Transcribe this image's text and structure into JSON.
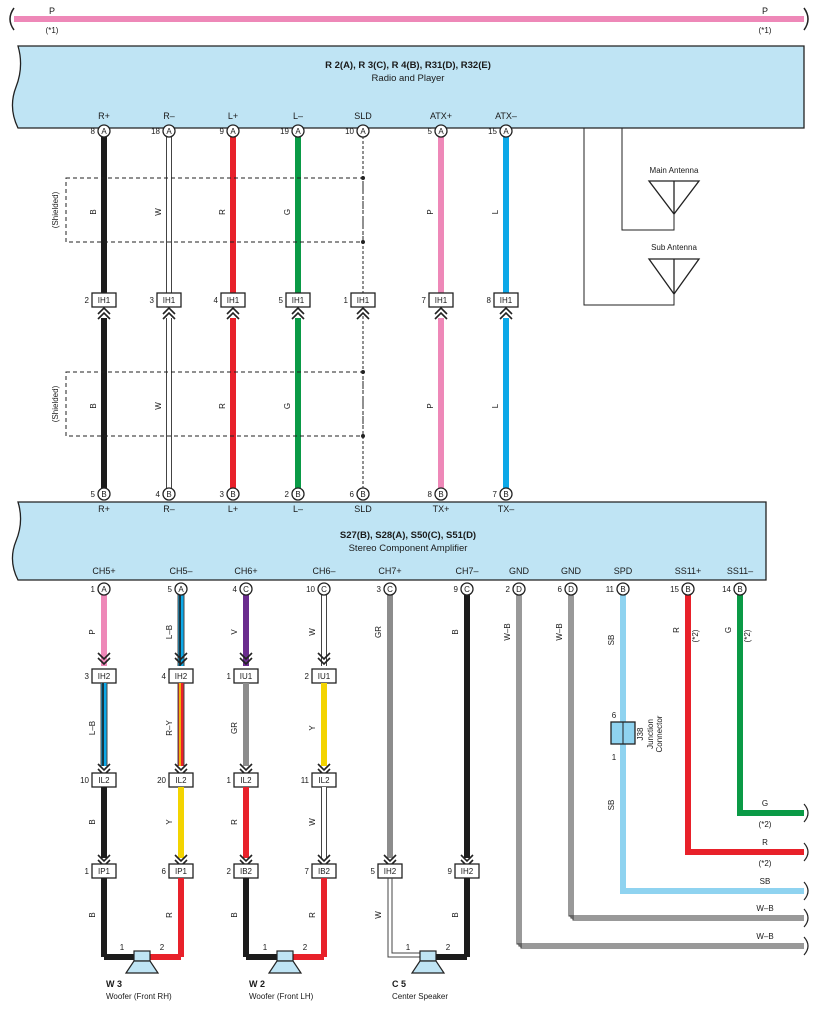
{
  "colors": {
    "B": "#1c1c1c",
    "W": "#ffffff",
    "R": "#e8212a",
    "G": "#0a9a46",
    "P": "#ee88b8",
    "L": "#0ca8e8",
    "V": "#6a2c8e",
    "GR": "#8c8c8c",
    "Y": "#f3d400",
    "SB": "#8fd3f0",
    "box": "#bfe4f4"
  },
  "top_line": {
    "left_label": "P",
    "left_note": "(*1)",
    "right_label": "P",
    "right_note": "(*1)"
  },
  "radio": {
    "codes": "R 2(A), R 3(C), R 4(B), R31(D), R32(E)",
    "name": "Radio and Player",
    "pins": [
      {
        "label": "R+",
        "num": "8",
        "conn": "A",
        "wire": "B"
      },
      {
        "label": "R–",
        "num": "18",
        "conn": "A",
        "wire": "W"
      },
      {
        "label": "L+",
        "num": "9",
        "conn": "A",
        "wire": "R"
      },
      {
        "label": "L–",
        "num": "19",
        "conn": "A",
        "wire": "G"
      },
      {
        "label": "SLD",
        "num": "10",
        "conn": "A",
        "wire": ""
      },
      {
        "label": "ATX+",
        "num": "5",
        "conn": "A",
        "wire": "P"
      },
      {
        "label": "ATX–",
        "num": "15",
        "conn": "A",
        "wire": "L"
      }
    ]
  },
  "shielded": "(Shielded)",
  "ih1": [
    {
      "num": "2",
      "label": "IH1"
    },
    {
      "num": "3",
      "label": "IH1"
    },
    {
      "num": "4",
      "label": "IH1"
    },
    {
      "num": "5",
      "label": "IH1"
    },
    {
      "num": "1",
      "label": "IH1"
    },
    {
      "num": "7",
      "label": "IH1"
    },
    {
      "num": "8",
      "label": "IH1"
    }
  ],
  "antenna": {
    "main": "Main Antenna",
    "sub": "Sub Antenna"
  },
  "amp": {
    "codes": "S27(B), S28(A), S50(C), S51(D)",
    "name": "Stereo Component Amplifier",
    "top_pins": [
      {
        "label": "R+",
        "num": "5",
        "conn": "B"
      },
      {
        "label": "R–",
        "num": "4",
        "conn": "B"
      },
      {
        "label": "L+",
        "num": "3",
        "conn": "B"
      },
      {
        "label": "L–",
        "num": "2",
        "conn": "B"
      },
      {
        "label": "SLD",
        "num": "6",
        "conn": "B"
      },
      {
        "label": "TX+",
        "num": "8",
        "conn": "B"
      },
      {
        "label": "TX–",
        "num": "7",
        "conn": "B"
      }
    ],
    "bottom_pins": [
      {
        "label": "CH5+",
        "num": "1",
        "conn": "A"
      },
      {
        "label": "CH5–",
        "num": "5",
        "conn": "A"
      },
      {
        "label": "CH6+",
        "num": "4",
        "conn": "C"
      },
      {
        "label": "CH6–",
        "num": "10",
        "conn": "C"
      },
      {
        "label": "CH7+",
        "num": "3",
        "conn": "C"
      },
      {
        "label": "CH7–",
        "num": "9",
        "conn": "C"
      },
      {
        "label": "GND",
        "num": "2",
        "conn": "D"
      },
      {
        "label": "GND",
        "num": "6",
        "conn": "D"
      },
      {
        "label": "SPD",
        "num": "11",
        "conn": "B"
      },
      {
        "label": "SS11+",
        "num": "15",
        "conn": "B"
      },
      {
        "label": "SS11–",
        "num": "14",
        "conn": "B"
      }
    ]
  },
  "lower": {
    "seg1_wire": [
      "P",
      "L–B",
      "V",
      "W",
      "GR",
      "B",
      "W–B",
      "W–B",
      "SB",
      "R",
      "G"
    ],
    "row1": [
      {
        "num": "3",
        "label": "IH2"
      },
      {
        "num": "4",
        "label": "IH2"
      },
      {
        "num": "1",
        "label": "IU1"
      },
      {
        "num": "2",
        "label": "IU1"
      }
    ],
    "seg2_wire": [
      "L–B",
      "R–Y",
      "GR",
      "Y"
    ],
    "row2": [
      {
        "num": "10",
        "label": "IL2"
      },
      {
        "num": "20",
        "label": "IL2"
      },
      {
        "num": "1",
        "label": "IL2"
      },
      {
        "num": "11",
        "label": "IL2"
      }
    ],
    "seg3_wire": [
      "B",
      "Y",
      "R",
      "W"
    ],
    "row3": [
      {
        "num": "1",
        "label": "IP1"
      },
      {
        "num": "6",
        "label": "IP1"
      },
      {
        "num": "2",
        "label": "IB2"
      },
      {
        "num": "7",
        "label": "IB2"
      },
      {
        "num": "5",
        "label": "IH2"
      },
      {
        "num": "9",
        "label": "IH2"
      }
    ],
    "seg4_wire": [
      "B",
      "R",
      "B",
      "R",
      "W",
      "B"
    ],
    "note2": "(*2)"
  },
  "junction": {
    "code": "J38",
    "name": "Junction",
    "name2": "Connector",
    "pin_top": "6",
    "pin_bottom": "1",
    "sb_below": "SB"
  },
  "right_outputs": [
    {
      "wire": "G",
      "note": "(*2)"
    },
    {
      "wire": "R",
      "note": "(*2)"
    },
    {
      "wire": "SB",
      "note": ""
    },
    {
      "wire": "W–B",
      "note": ""
    },
    {
      "wire": "W–B",
      "note": ""
    }
  ],
  "speakers": [
    {
      "code": "W 3",
      "name": "Woofer (Front RH)",
      "pin1": "1",
      "pin2": "2"
    },
    {
      "code": "W 2",
      "name": "Woofer (Front LH)",
      "pin1": "1",
      "pin2": "2"
    },
    {
      "code": "C 5",
      "name": "Center Speaker",
      "pin1": "1",
      "pin2": "2"
    }
  ]
}
